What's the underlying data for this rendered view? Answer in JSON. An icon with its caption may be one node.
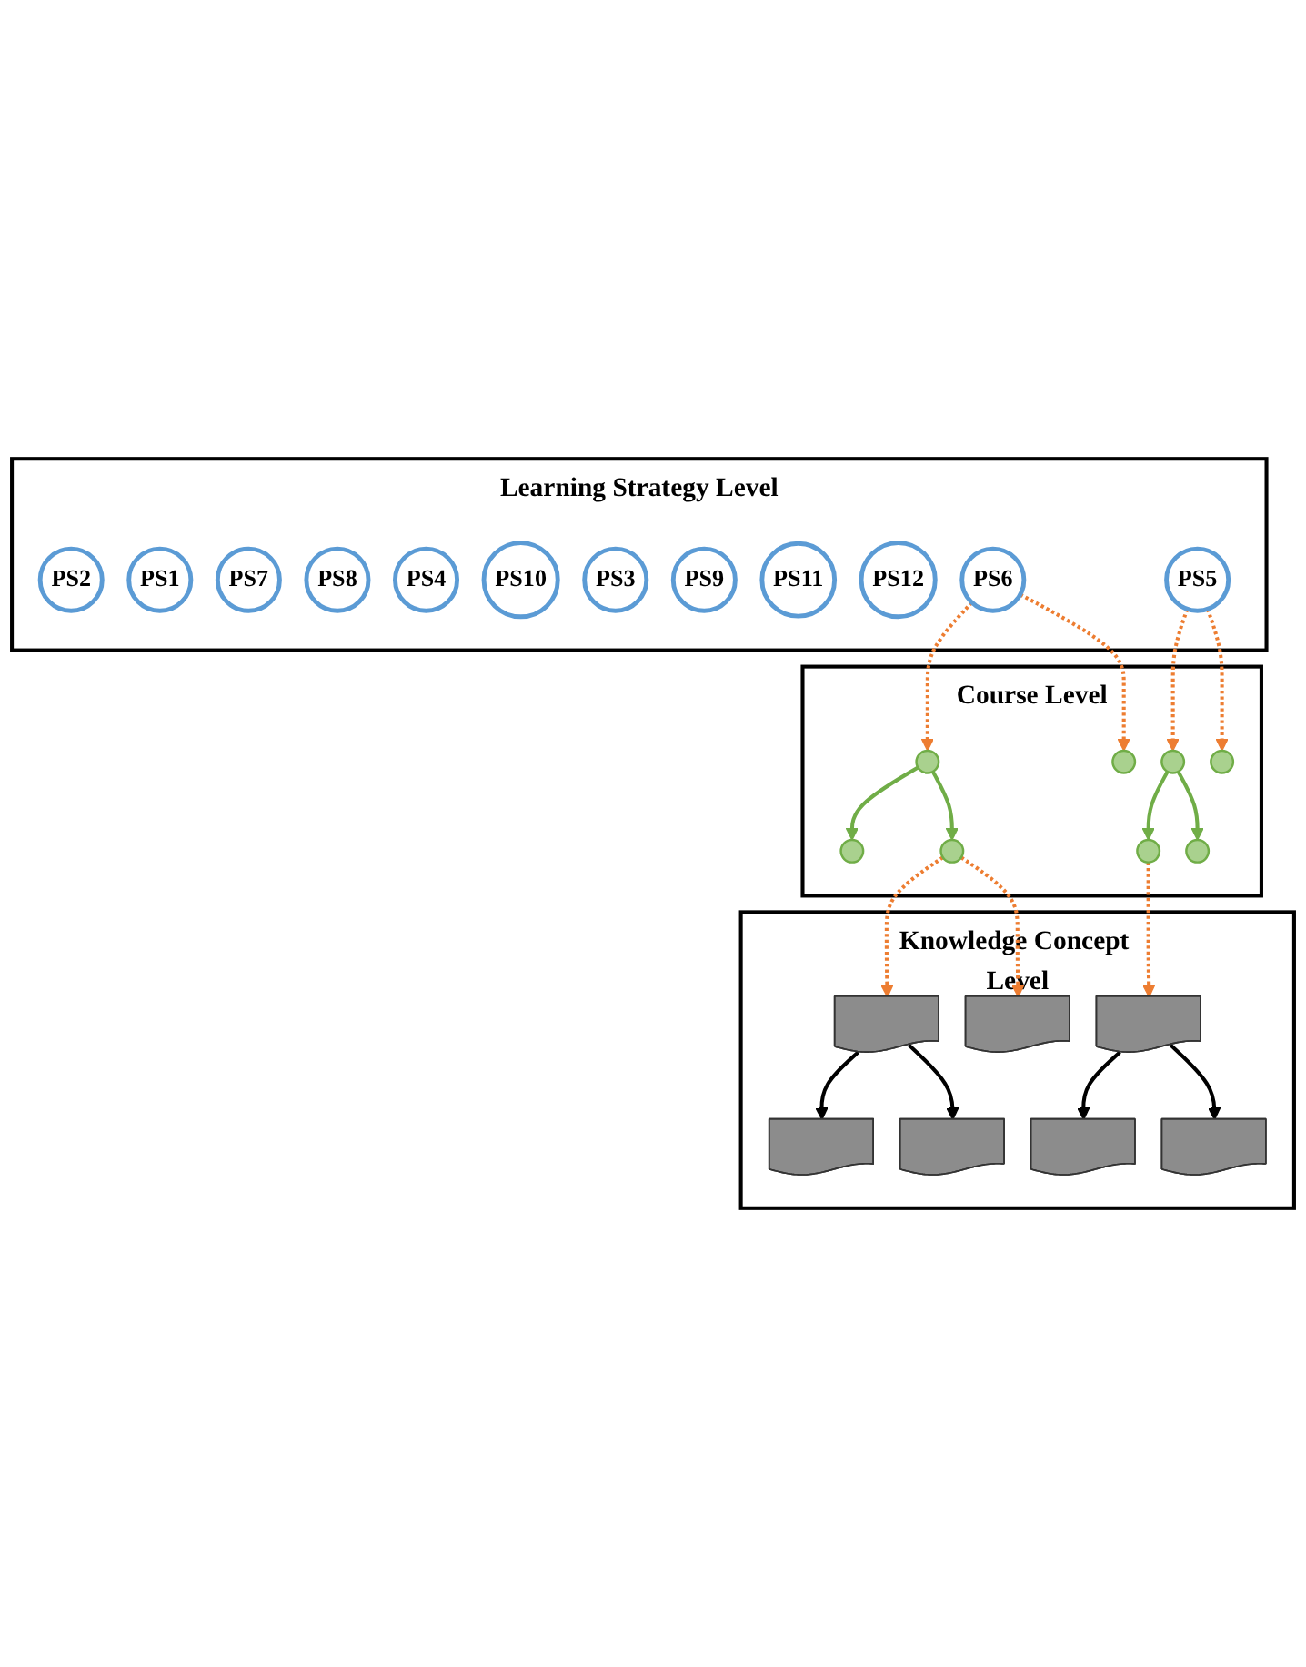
{
  "diagram": {
    "nodes": [
      {
        "text": [
          "Learning Strategy Level"
        ]
      },
      {
        "text": [
          "PS2"
        ],
        "in": 0
      },
      {
        "text": [
          "PS1"
        ],
        "in": 0
      },
      {
        "text": [
          "PS7"
        ],
        "in": 0
      },
      {
        "text": [
          "PS8"
        ],
        "in": 0
      },
      {
        "text": [
          "PS4"
        ],
        "in": 0
      },
      {
        "text": [
          "PS10"
        ],
        "in": 0
      },
      {
        "text": [
          "PS3"
        ],
        "in": 0
      },
      {
        "text": [
          "PS9"
        ],
        "in": 0
      },
      {
        "text": [
          "PS11"
        ],
        "in": 0
      },
      {
        "text": [
          "PS12"
        ],
        "in": 0
      },
      {
        "text": [
          "PS6"
        ],
        "in": 0
      },
      {
        "text": [
          "PS5"
        ],
        "in": 0
      },
      {
        "text": [
          "Course Level"
        ]
      },
      {
        "text": [],
        "shape": "circle",
        "in": 13
      },
      {
        "text": [],
        "shape": "circle",
        "in": 13
      },
      {
        "text": [],
        "shape": "circle",
        "in": 13
      },
      {
        "text": [],
        "shape": "circle",
        "in": 13
      },
      {
        "text": [],
        "shape": "circle",
        "in": 13
      },
      {
        "text": [],
        "shape": "circle",
        "in": 13
      },
      {
        "text": [],
        "shape": "circle",
        "in": 13
      },
      {
        "text": [],
        "shape": "circle",
        "in": 13
      },
      {
        "text": [
          "Knowledge Concept Level"
        ]
      },
      {
        "text": [],
        "shape": "document",
        "in": 22
      },
      {
        "text": [],
        "shape": "document",
        "in": 22
      },
      {
        "text": [],
        "shape": "document",
        "in": 22
      },
      {
        "text": [],
        "shape": "document",
        "in": 22
      },
      {
        "text": [],
        "shape": "document",
        "in": 22
      },
      {
        "text": [],
        "shape": "document",
        "in": 22
      },
      {
        "text": [],
        "shape": "document",
        "in": 22
      }
    ],
    "edges": [
      {
        "from": 11,
        "to": 14,
        "arrow": "to",
        "style": "dashed"
      },
      {
        "from": 11,
        "to": 15,
        "arrow": "to",
        "style": "dashed"
      },
      {
        "from": 12,
        "to": 16,
        "arrow": "to",
        "style": "dashed"
      },
      {
        "from": 12,
        "to": 17,
        "arrow": "to",
        "style": "dashed"
      },
      {
        "from": 14,
        "to": 18,
        "arrow": "to",
        "color": "#70ad47"
      },
      {
        "from": 14,
        "to": 19,
        "arrow": "to",
        "color": "#70ad47"
      },
      {
        "from": 16,
        "to": 20,
        "arrow": "to",
        "color": "#70ad47"
      },
      {
        "from": 16,
        "to": 21,
        "arrow": "to",
        "color": "#70ad47"
      },
      {
        "from": 19,
        "to": 23,
        "arrow": "to",
        "style": "dashed"
      },
      {
        "from": 19,
        "to": 24,
        "arrow": "to",
        "style": "dashed"
      },
      {
        "from": 20,
        "to": 25,
        "arrow": "to",
        "style": "dashed"
      },
      {
        "from": 23,
        "to": 26,
        "arrow": "to",
        "color": "#000000"
      },
      {
        "from": 23,
        "to": 27,
        "arrow": "to",
        "color": "#000000"
      },
      {
        "from": 25,
        "to": 28,
        "arrow": "to",
        "color": "#000000"
      },
      {
        "from": 25,
        "to": 29,
        "arrow": "to",
        "color": "#000000"
      }
    ]
  }
}
